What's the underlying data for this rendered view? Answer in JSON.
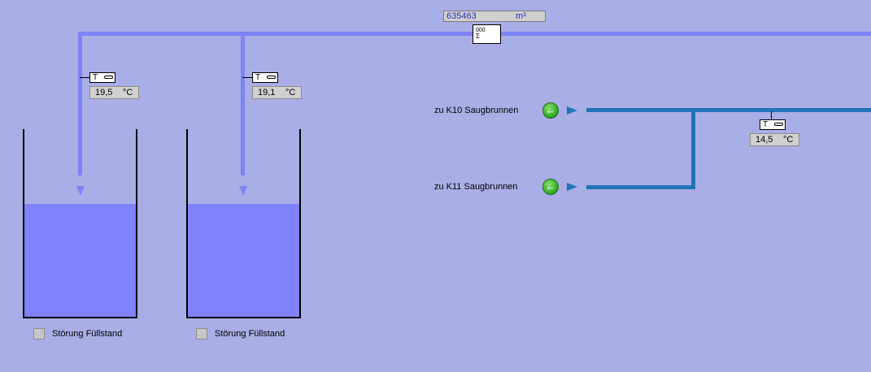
{
  "flow_meter": {
    "value": "635463",
    "unit": "m³",
    "totalizer_symbol": "Σ",
    "totalizer_text": "000"
  },
  "tanks": [
    {
      "temperature": {
        "symbol": "T",
        "value": "19,5",
        "unit": "°C"
      },
      "fault_label": "Störung Füllstand",
      "fill_level": 0.6
    },
    {
      "temperature": {
        "symbol": "T",
        "value": "19,1",
        "unit": "°C"
      },
      "fault_label": "Störung Füllstand",
      "fill_level": 0.6
    }
  ],
  "wells": [
    {
      "label": "zu K10 Saugbrunnen",
      "icon": "arrow-left-icon"
    },
    {
      "label": "zu K11 Saugbrunnen",
      "icon": "arrow-left-icon"
    }
  ],
  "supply_temperature": {
    "symbol": "T",
    "value": "14,5",
    "unit": "°C"
  },
  "colors": {
    "background": "#a9aee6",
    "water": "#7f82fb",
    "pipe_main": "#7f83f7",
    "pipe_supply": "#1f74b8",
    "value_display": "#d0d0d0",
    "meter_text": "#2a2fb6",
    "nav_button": "#3fb52c"
  }
}
